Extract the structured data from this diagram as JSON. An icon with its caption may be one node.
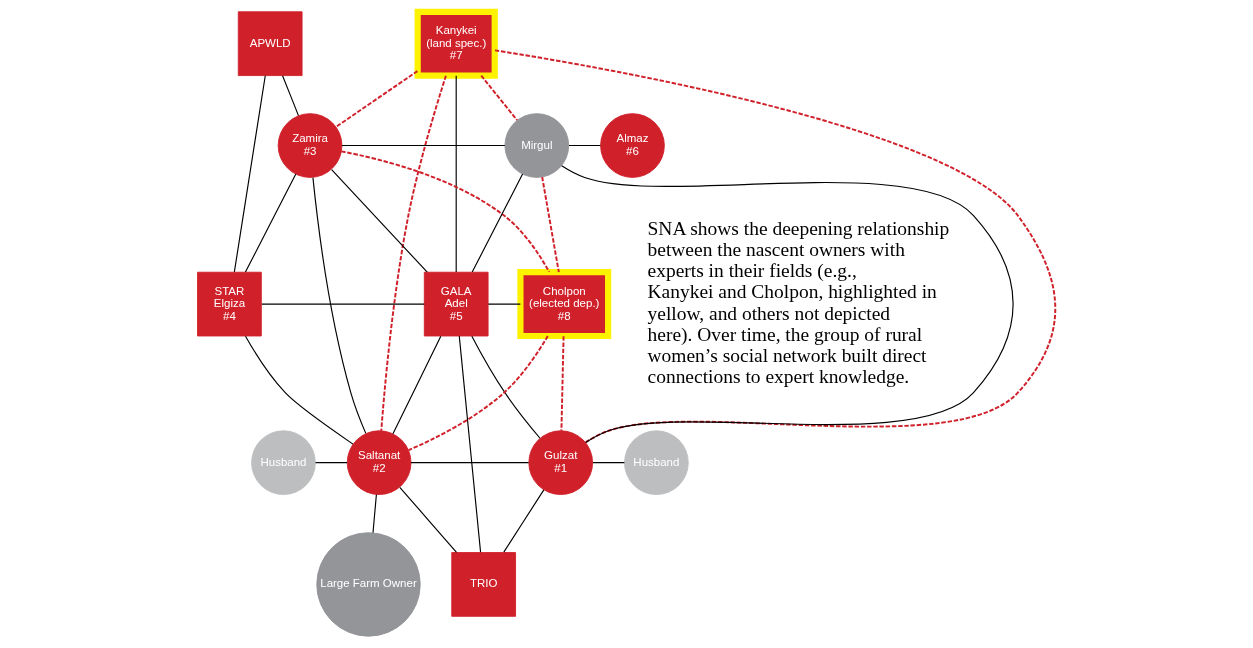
{
  "diagram": {
    "nodes": [
      {
        "text": [
          "APWLD"
        ]
      },
      {
        "text": [
          "Kanykei",
          "(land spec.)",
          "#7"
        ]
      },
      {
        "text": [
          "Zamira",
          "#3"
        ]
      },
      {
        "text": [
          "Mirgul"
        ]
      },
      {
        "text": [
          "Almaz",
          "#6"
        ]
      },
      {
        "text": [
          "STAR",
          "Elgiza",
          "#4"
        ]
      },
      {
        "text": [
          "GALA",
          "Adel",
          "#5"
        ]
      },
      {
        "text": [
          "Cholpon",
          "(elected dep.)",
          "#8"
        ]
      },
      {
        "text": [
          "Husband"
        ]
      },
      {
        "text": [
          "Saltanat",
          "#2"
        ]
      },
      {
        "text": [
          "Gulzat",
          "#1"
        ]
      },
      {
        "text": [
          "Husband"
        ]
      },
      {
        "text": [
          "Large Farm Owner"
        ]
      },
      {
        "text": [
          "TRIO"
        ]
      }
    ],
    "edges": [
      {
        "from": 0,
        "to": 2,
        "arrow": "none"
      },
      {
        "from": 0,
        "to": 5,
        "arrow": "none"
      },
      {
        "from": 2,
        "to": 3,
        "arrow": "none"
      },
      {
        "from": 1,
        "to": 6,
        "arrow": "none"
      },
      {
        "from": 3,
        "to": 4,
        "arrow": "none"
      },
      {
        "from": 2,
        "to": 5,
        "arrow": "none"
      },
      {
        "from": 2,
        "to": 9,
        "arrow": "none"
      },
      {
        "from": 2,
        "to": 6,
        "arrow": "none"
      },
      {
        "from": 3,
        "to": 6,
        "arrow": "none"
      },
      {
        "from": 3,
        "to": 10,
        "arrow": "none"
      },
      {
        "from": 5,
        "to": 6,
        "arrow": "none"
      },
      {
        "from": 6,
        "to": 7,
        "arrow": "none"
      },
      {
        "from": 5,
        "to": 9,
        "arrow": "none"
      },
      {
        "from": 6,
        "to": 9,
        "arrow": "none"
      },
      {
        "from": 6,
        "to": 10,
        "arrow": "none"
      },
      {
        "from": 6,
        "to": 13,
        "arrow": "none"
      },
      {
        "from": 8,
        "to": 9,
        "arrow": "none"
      },
      {
        "from": 9,
        "to": 10,
        "arrow": "none"
      },
      {
        "from": 10,
        "to": 11,
        "arrow": "none"
      },
      {
        "from": 9,
        "to": 12,
        "arrow": "none"
      },
      {
        "from": 9,
        "to": 13,
        "arrow": "none"
      },
      {
        "from": 10,
        "to": 13,
        "arrow": "none"
      },
      {
        "from": 1,
        "to": 2,
        "arrow": "none",
        "style": "dashed",
        "color": "#d0202a"
      },
      {
        "from": 1,
        "to": 9,
        "arrow": "none",
        "style": "dashed",
        "color": "#d0202a"
      },
      {
        "from": 1,
        "to": 10,
        "arrow": "none",
        "style": "dashed",
        "color": "#d0202a"
      },
      {
        "from": 1,
        "to": 3,
        "arrow": "none",
        "style": "dashed",
        "color": "#d0202a"
      },
      {
        "from": 2,
        "to": 7,
        "arrow": "none",
        "style": "dashed",
        "color": "#d0202a"
      },
      {
        "from": 3,
        "to": 7,
        "arrow": "none",
        "style": "dashed",
        "color": "#d0202a"
      },
      {
        "from": 7,
        "to": 9,
        "arrow": "none",
        "style": "dashed",
        "color": "#d0202a"
      },
      {
        "from": 7,
        "to": 10,
        "arrow": "none",
        "style": "dashed",
        "color": "#d0202a"
      }
    ],
    "labels": [
      "SNA shows the deepening relationship between the nascent owners with experts in their fields (e.g., Kanykei and Cholpon, highlighted in yellow, and others not depicted here). Over time, the group of rural women’s social network built direct connections to expert knowledge."
    ]
  }
}
